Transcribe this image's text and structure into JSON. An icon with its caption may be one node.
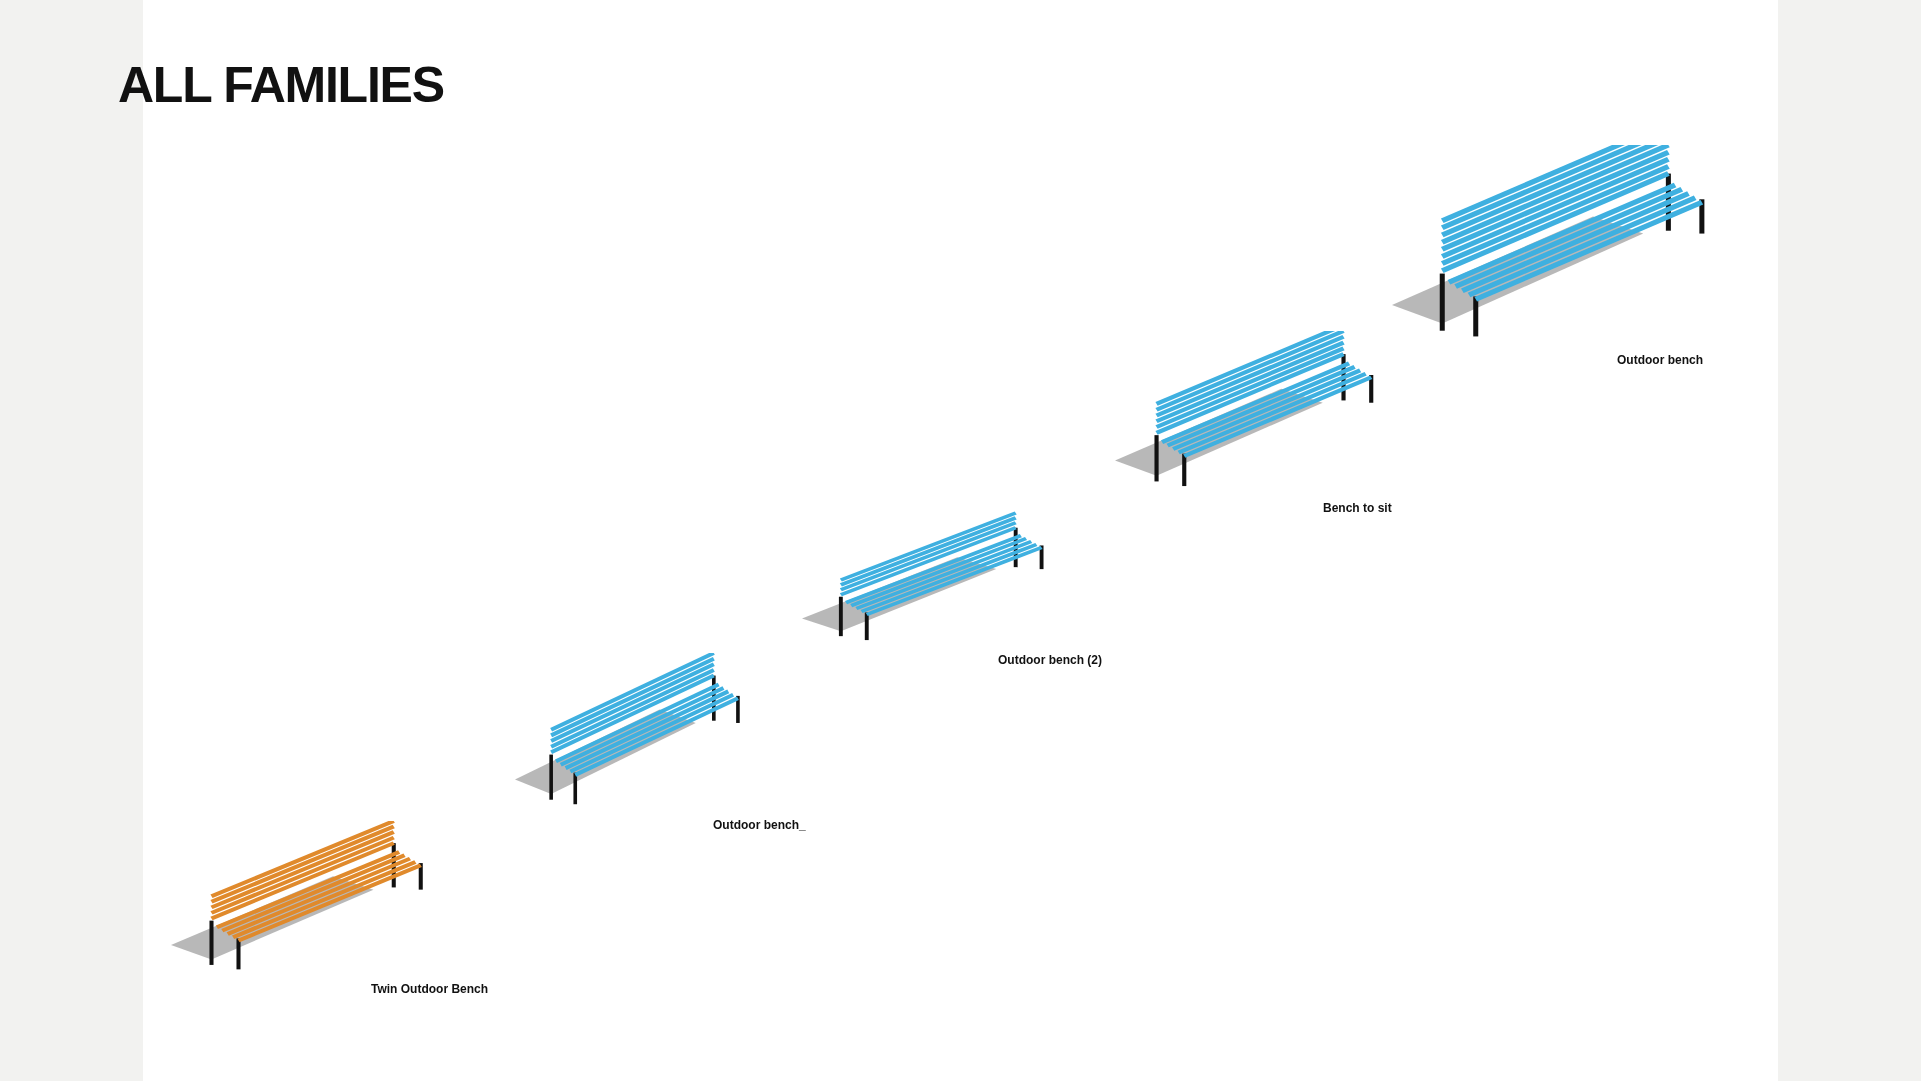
{
  "diagram": {
    "title": "ALL FAMILIES",
    "nodes": [
      {
        "text": [],
        "shape": "picture",
        "beside": [
          "Twin Outdoor Bench"
        ]
      },
      {
        "text": [],
        "shape": "picture",
        "beside": [
          "Outdoor bench_"
        ]
      },
      {
        "text": [],
        "shape": "picture",
        "beside": [
          "Outdoor bench (2)"
        ]
      },
      {
        "text": [],
        "shape": "picture",
        "beside": [
          "Bench to sit"
        ]
      },
      {
        "text": [],
        "shape": "picture",
        "beside": [
          "Outdoor bench"
        ]
      }
    ],
    "edges": []
  }
}
